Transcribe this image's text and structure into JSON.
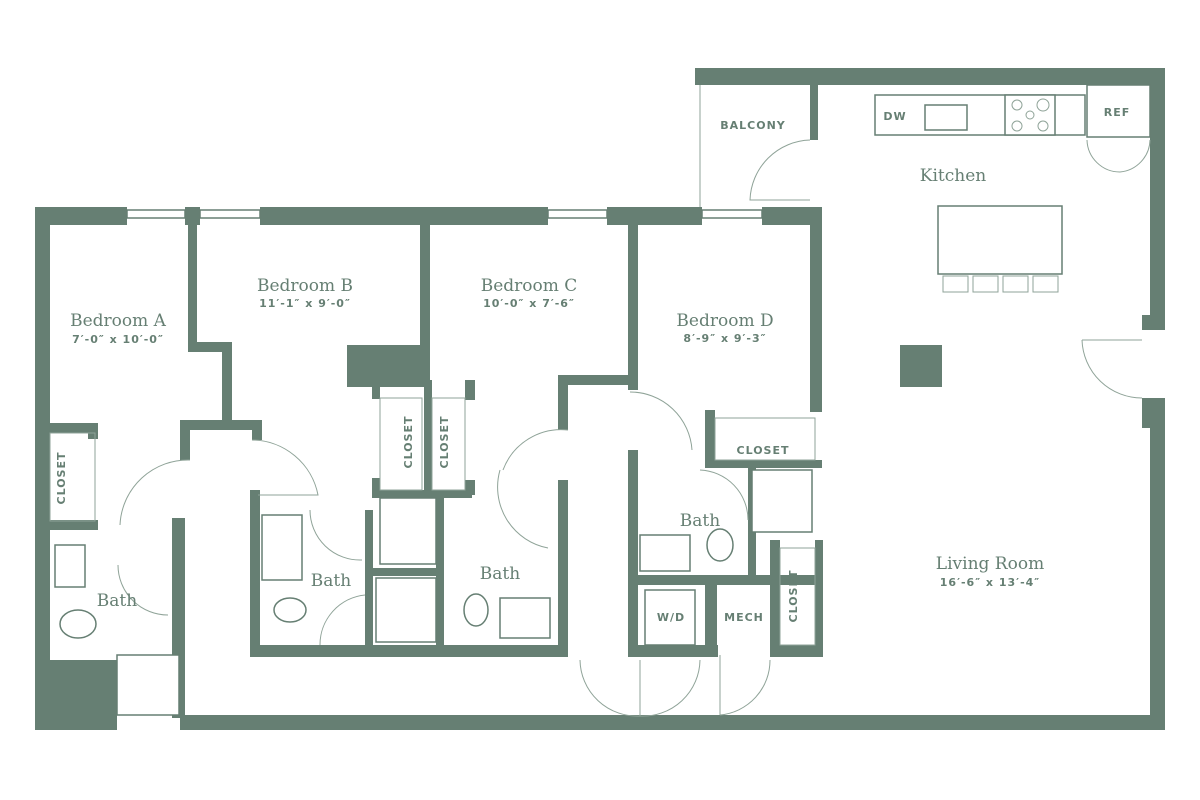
{
  "floorplan": {
    "wall_color": "#667f73",
    "rooms": [
      {
        "name": "Bedroom A",
        "size": "7′-0″ x 10′-0″"
      },
      {
        "name": "Bedroom B",
        "size": "11′-1″ x 9′-0″"
      },
      {
        "name": "Bedroom C",
        "size": "10′-0″ x 7′-6″"
      },
      {
        "name": "Bedroom D",
        "size": "8′-9″ x 9′-3″"
      },
      {
        "name": "Living Room",
        "size": "16′-6″ x 13′-4″"
      },
      {
        "name": "Kitchen"
      }
    ],
    "baths": [
      "Bath",
      "Bath",
      "Bath",
      "Bath"
    ],
    "labels": {
      "balcony": "BALCONY",
      "dw": "DW",
      "ref": "REF",
      "closet": "CLOSET",
      "wd": "W/D",
      "mech": "MECH"
    }
  }
}
